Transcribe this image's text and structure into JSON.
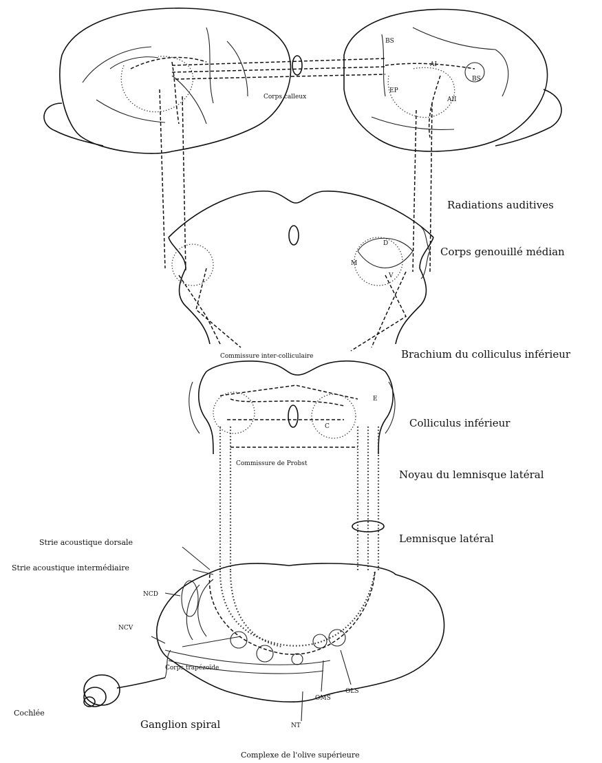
{
  "labels": {
    "corps_calleux": "Corps calleux",
    "radiations_auditives": "Radiations auditives",
    "corps_genouille_median": "Corps genouillé médian",
    "brachium": "Brachium du colliculus inférieur",
    "commissure_inter": "Commissure inter-colliculaire",
    "colliculus_inferieur": "Colliculus inférieur",
    "noyau_lemnisque": "Noyau du lemnisque latéral",
    "commissure_probst": "Commissure de Probst",
    "lemnisque_lateral": "Lemnisque latéral",
    "strie_dorsale": "Strie acoustique dorsale",
    "strie_intermediaire": "Strie acoustique intermédiaire",
    "ncd": "NCD",
    "ncv": "NCV",
    "corps_trapezoide": "Corps trapézoïde",
    "cochlee": "Cochlée",
    "ganglion_spiral": "Ganglion spiral",
    "nt": "NT",
    "oms": "OMS",
    "ols": "OLS",
    "complexe_olive": "Complexe de l'olive supérieure"
  },
  "cortex_areas": {
    "bs_top": "BS",
    "ai": "AI",
    "bs_right": "BS",
    "ep": "EP",
    "aii": "AII"
  },
  "geniculate_divisions": {
    "d": "D",
    "m": "M",
    "v": "V"
  },
  "colliculus_divisions": {
    "e": "E",
    "c": "C"
  }
}
